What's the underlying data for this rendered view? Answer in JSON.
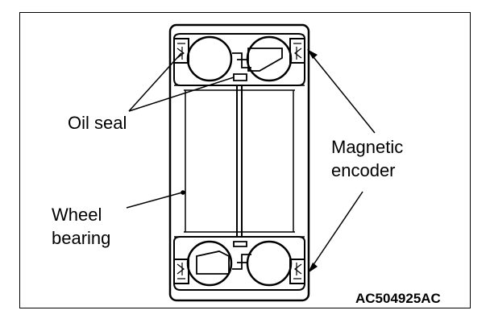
{
  "labels": {
    "oil_seal": "Oil seal",
    "magnetic_encoder_line1": "Magnetic",
    "magnetic_encoder_line2": "encoder",
    "wheel_bearing_line1": "Wheel",
    "wheel_bearing_line2": "bearing"
  },
  "figure_code": "AC504925AC",
  "colors": {
    "line": "#000000",
    "background": "#ffffff"
  }
}
